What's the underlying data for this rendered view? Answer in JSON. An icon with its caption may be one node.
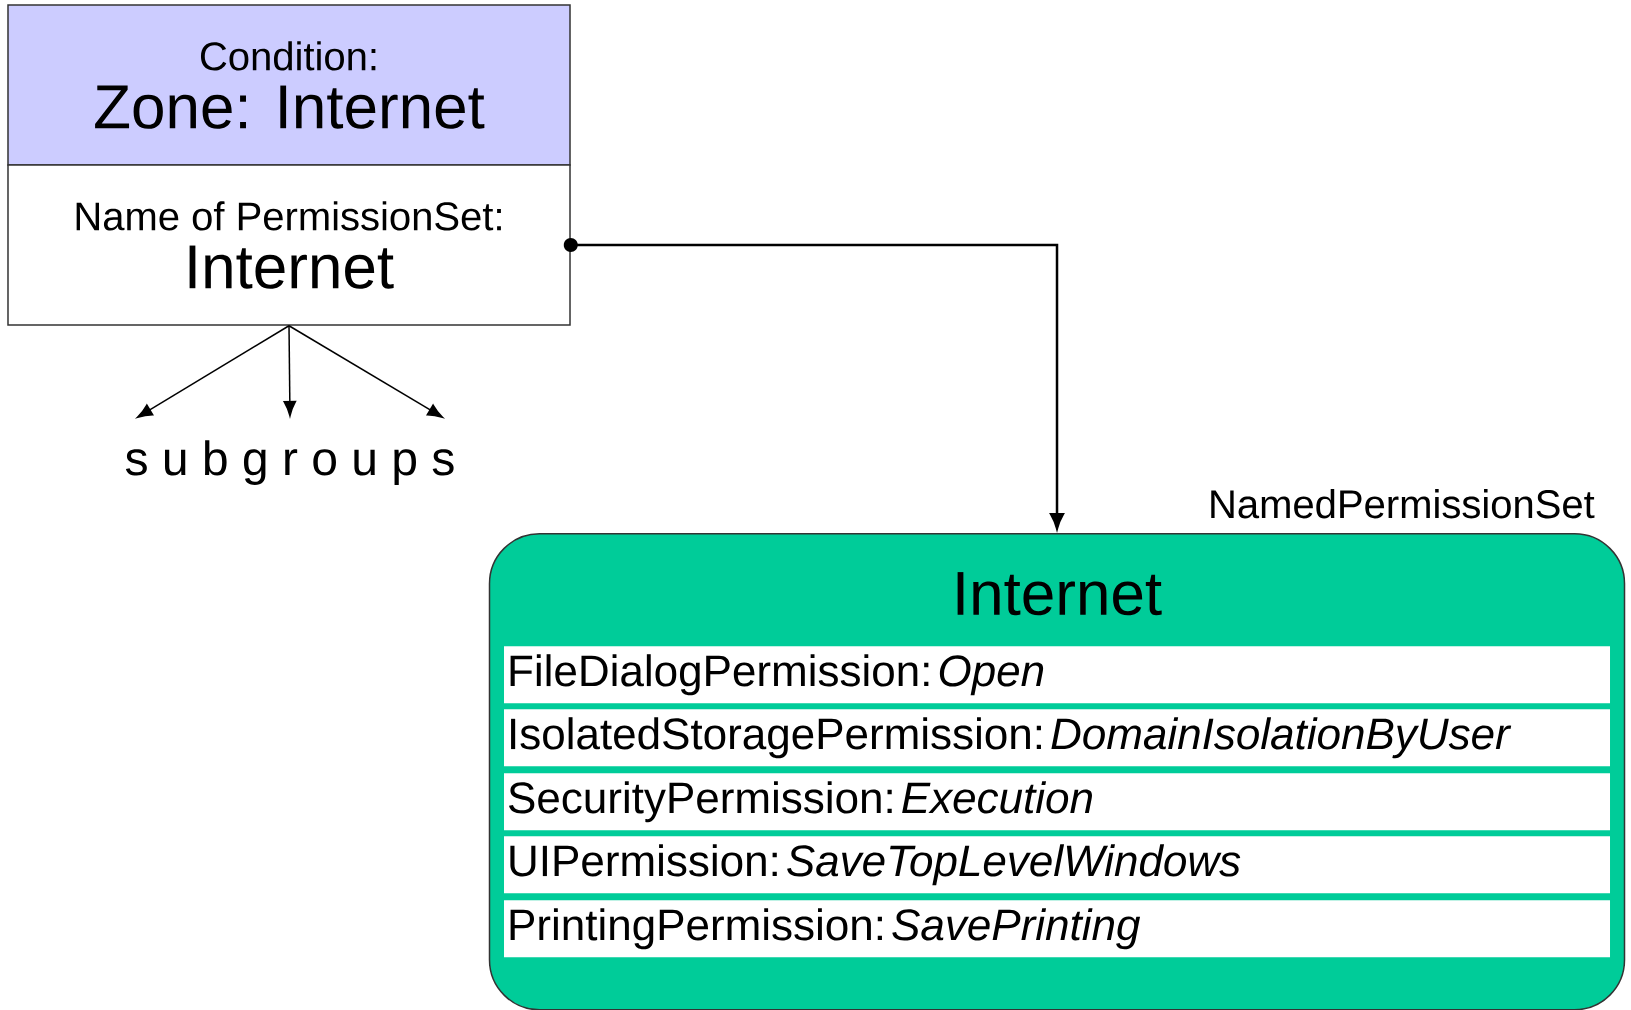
{
  "diagram": {
    "nodes": [
      {
        "text": [
          "Condition:",
          "Zone: Internet"
        ]
      },
      {
        "text": [
          "Name of PermissionSet:",
          "Internet"
        ]
      },
      {
        "text": [
          "s u b g r o u p s"
        ]
      },
      {
        "text": [
          "Internet"
        ],
        "beside": [
          "NamedPermissionSet"
        ]
      },
      {
        "text": [
          "FileDialogPermission: *Open*"
        ],
        "in": 3
      },
      {
        "text": [
          "IsolatedStoragePermission: *DomainIsolationByUser*"
        ],
        "in": 3
      },
      {
        "text": [
          "SecurityPermission: *Execution*"
        ],
        "in": 3
      },
      {
        "text": [
          "UIPermission: *SaveTopLevelWindows*"
        ],
        "in": 3
      },
      {
        "text": [
          "PrintingPermission: *SavePrinting*"
        ],
        "in": 3
      }
    ],
    "edges": [
      {
        "from": 1,
        "to": 3,
        "arrow": "to"
      },
      {
        "from": 1,
        "to": 2,
        "arrow": "to"
      },
      {
        "from": 1,
        "to": 2,
        "arrow": "to"
      },
      {
        "from": 1,
        "to": 2,
        "arrow": "to"
      }
    ]
  }
}
